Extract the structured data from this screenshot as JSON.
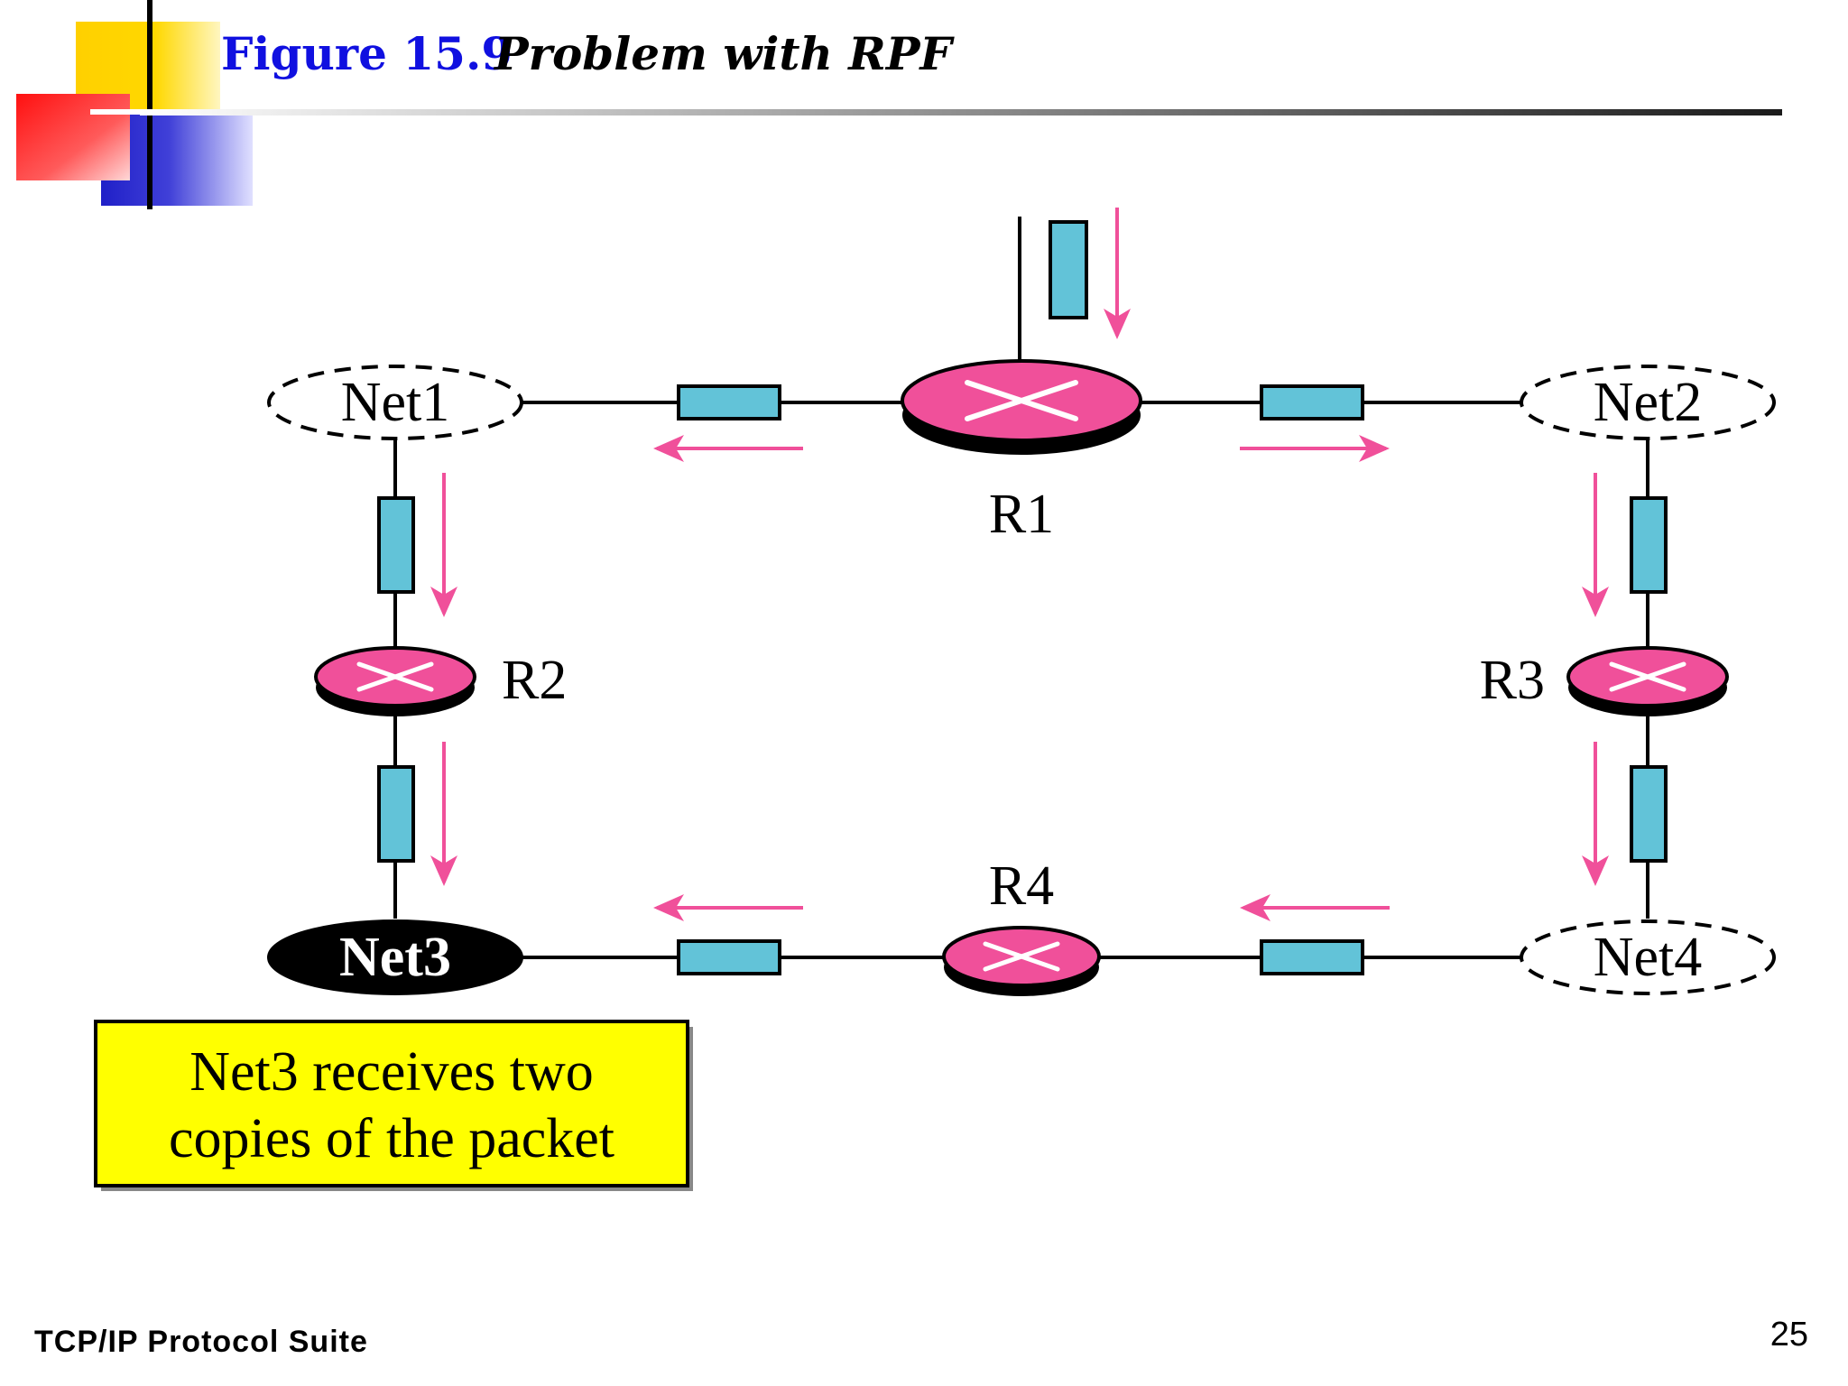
{
  "header": {
    "figure_number": "Figure 15.9",
    "figure_title": "Problem with RPF"
  },
  "footer": {
    "course": "TCP/IP Protocol Suite",
    "page_number": "25"
  },
  "diagram": {
    "networks": [
      {
        "id": "net1",
        "label": "Net1"
      },
      {
        "id": "net2",
        "label": "Net2"
      },
      {
        "id": "net3",
        "label": "Net3"
      },
      {
        "id": "net4",
        "label": "Net4"
      }
    ],
    "routers": [
      {
        "id": "r1",
        "label": "R1"
      },
      {
        "id": "r2",
        "label": "R2"
      },
      {
        "id": "r3",
        "label": "R3"
      },
      {
        "id": "r4",
        "label": "R4"
      }
    ],
    "note": {
      "line1": "Net3 receives two",
      "line2": "copies of the packet"
    },
    "colors": {
      "router": "#f0509a",
      "packet": "#62c3d8",
      "arrow": "#f0509a",
      "note_background": "#ffff00"
    }
  }
}
